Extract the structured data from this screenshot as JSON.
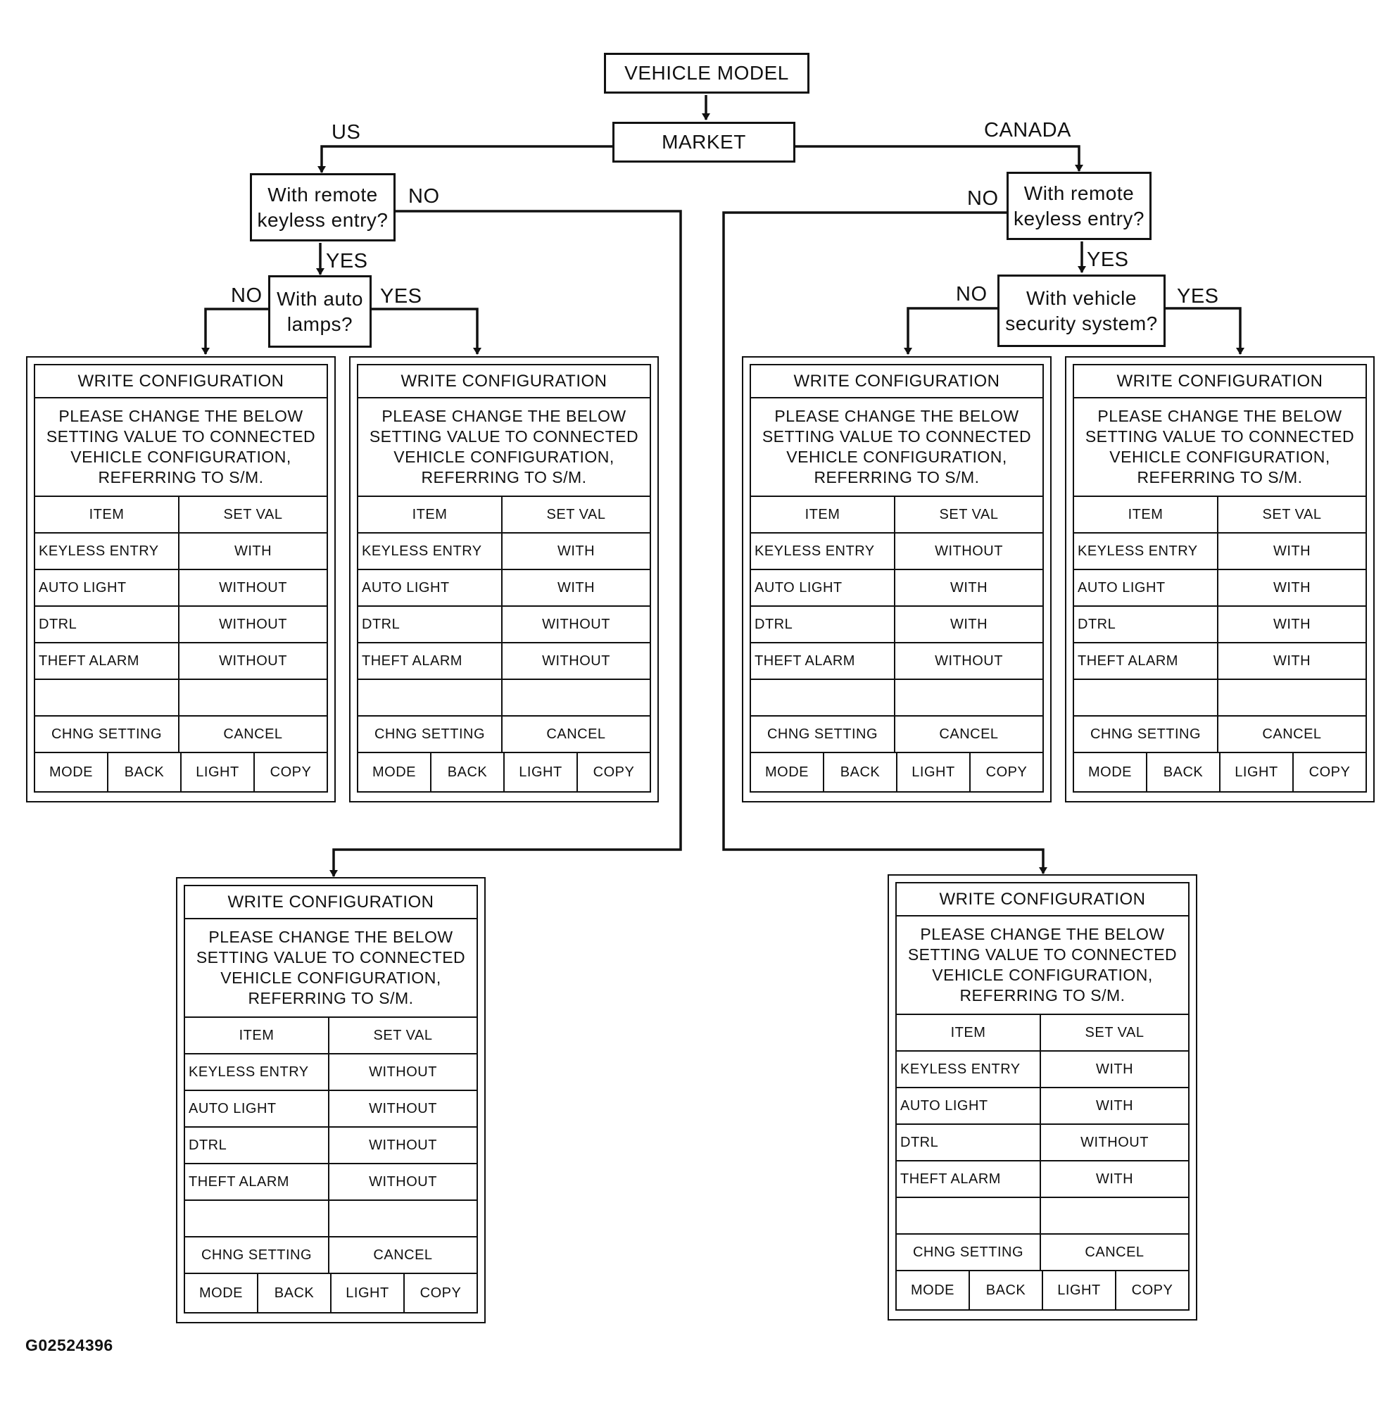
{
  "nodes": {
    "vehicle_model": "VEHICLE MODEL",
    "market": "MARKET",
    "us_keyless": "With remote\nkeyless entry?",
    "us_auto_lamps": "With auto\nlamps?",
    "ca_keyless": "With remote\nkeyless entry?",
    "ca_security": "With vehicle\nsecurity system?"
  },
  "labels": {
    "us": "US",
    "canada": "CANADA",
    "us_keyless_no": "NO",
    "us_keyless_yes": "YES",
    "us_lamps_no": "NO",
    "us_lamps_yes": "YES",
    "ca_keyless_no": "NO",
    "ca_keyless_yes": "YES",
    "ca_security_no": "NO",
    "ca_security_yes": "YES"
  },
  "screen_common": {
    "title": "WRITE CONFIGURATION",
    "message": "PLEASE CHANGE THE BELOW\nSETTING VALUE TO CONNECTED\nVEHICLE CONFIGURATION,\nREFERRING TO S/M.",
    "col_item": "ITEM",
    "col_setval": "SET VAL",
    "items": [
      "KEYLESS ENTRY",
      "AUTO LIGHT",
      "DTRL",
      "THEFT ALARM"
    ],
    "chng_setting": "CHNG SETTING",
    "cancel": "CANCEL",
    "keys": [
      "MODE",
      "BACK",
      "LIGHT",
      "COPY"
    ]
  },
  "screens": {
    "us_no_lamps": {
      "values": [
        "WITH",
        "WITHOUT",
        "WITHOUT",
        "WITHOUT"
      ]
    },
    "us_with_lamps": {
      "values": [
        "WITH",
        "WITH",
        "WITHOUT",
        "WITHOUT"
      ]
    },
    "ca_no_security": {
      "values": [
        "WITHOUT",
        "WITH",
        "WITH",
        "WITHOUT"
      ]
    },
    "ca_with_security": {
      "values": [
        "WITH",
        "WITH",
        "WITH",
        "WITH"
      ]
    },
    "us_no_keyless": {
      "values": [
        "WITHOUT",
        "WITHOUT",
        "WITHOUT",
        "WITHOUT"
      ]
    },
    "ca_no_keyless": {
      "values": [
        "WITH",
        "WITH",
        "WITHOUT",
        "WITH"
      ]
    }
  },
  "figure_id": "G02524396"
}
